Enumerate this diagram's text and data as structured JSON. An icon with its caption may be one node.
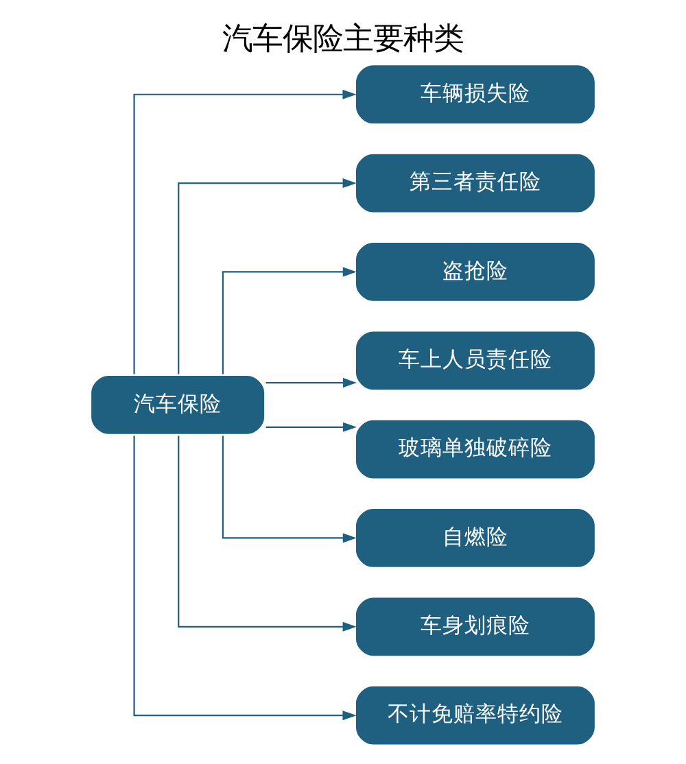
{
  "diagram": {
    "title": "汽车保险主要种类",
    "nodes": [
      {
        "text": [
          "汽车保险"
        ]
      },
      {
        "text": [
          "车辆损失险"
        ]
      },
      {
        "text": [
          "第三者责任险"
        ]
      },
      {
        "text": [
          "盗抢险"
        ]
      },
      {
        "text": [
          "车上人员责任险"
        ]
      },
      {
        "text": [
          "玻璃单独破碎险"
        ]
      },
      {
        "text": [
          "自燃险"
        ]
      },
      {
        "text": [
          "车身划痕险"
        ]
      },
      {
        "text": [
          "不计免赔率特约险"
        ]
      }
    ],
    "edges": [
      {
        "from": 0,
        "to": 1,
        "arrow": "to"
      },
      {
        "from": 0,
        "to": 2,
        "arrow": "to"
      },
      {
        "from": 0,
        "to": 3,
        "arrow": "to"
      },
      {
        "from": 0,
        "to": 4,
        "arrow": "to"
      },
      {
        "from": 0,
        "to": 5,
        "arrow": "to"
      },
      {
        "from": 0,
        "to": 6,
        "arrow": "to"
      },
      {
        "from": 0,
        "to": 7,
        "arrow": "to"
      },
      {
        "from": 0,
        "to": 8,
        "arrow": "to"
      }
    ]
  }
}
